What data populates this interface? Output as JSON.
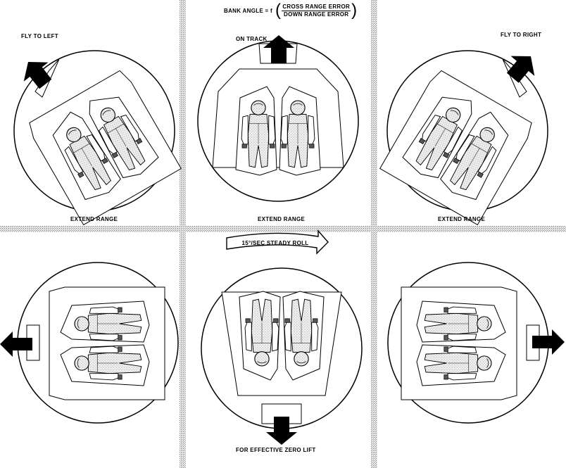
{
  "labels": {
    "fly_left": "FLY TO LEFT",
    "on_track": "ON TRACK",
    "fly_right": "FLY TO RIGHT",
    "extend_range_left": "EXTEND RANGE",
    "extend_range_center": "EXTEND RANGE",
    "extend_range_right": "EXTEND RANGE",
    "steady_roll": "15°/SEC STEADY ROLL",
    "zero_lift": "FOR EFFECTIVE ZERO LIFT"
  },
  "formula": {
    "lead": "BANK ANGLE = f",
    "numerator": "CROSS RANGE ERROR",
    "denominator": "DOWN RANGE ERROR"
  },
  "colors": {
    "ink": "#000000",
    "divider": "#b8b8b8",
    "suit_fill": "#d9d9d9"
  }
}
